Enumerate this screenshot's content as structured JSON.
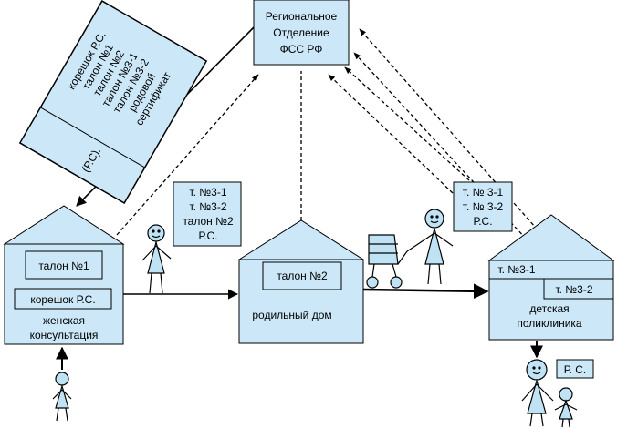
{
  "colors": {
    "fill": "#cce8f8",
    "stroke": "#000000",
    "person_fill": "#bfe3f5"
  },
  "fss": {
    "line1": "Региональное",
    "line2": "Отделение",
    "line3": "ФСС РФ"
  },
  "certificate": {
    "line1": "корешок Р.С.",
    "line2": "талон №1",
    "line3": "талон №2",
    "line4": "талон №3-1",
    "line5": "талон №3-2",
    "line6": "родовой",
    "line7": "сертификат",
    "line8": "(Р.С)."
  },
  "clinic": {
    "talon1": "талон №1",
    "koreshok": "корешок Р.С.",
    "name1": "женская",
    "name2": "консультация"
  },
  "maternity": {
    "talon2": "талон №2",
    "name": "родильный дом"
  },
  "children_clinic": {
    "t31": "т. №3-1",
    "t32": "т. №3-2",
    "name1": "детская",
    "name2": "поликлиника"
  },
  "callout_mother": {
    "line1": "т. №3-1",
    "line2": "т. №3-2",
    "line3": "талон №2",
    "line4": "Р.С."
  },
  "callout_parent": {
    "line1": "т. № 3-1",
    "line2": "т. № 3-2",
    "line3": "Р.С."
  },
  "callout_child": {
    "line1": "Р. С."
  }
}
